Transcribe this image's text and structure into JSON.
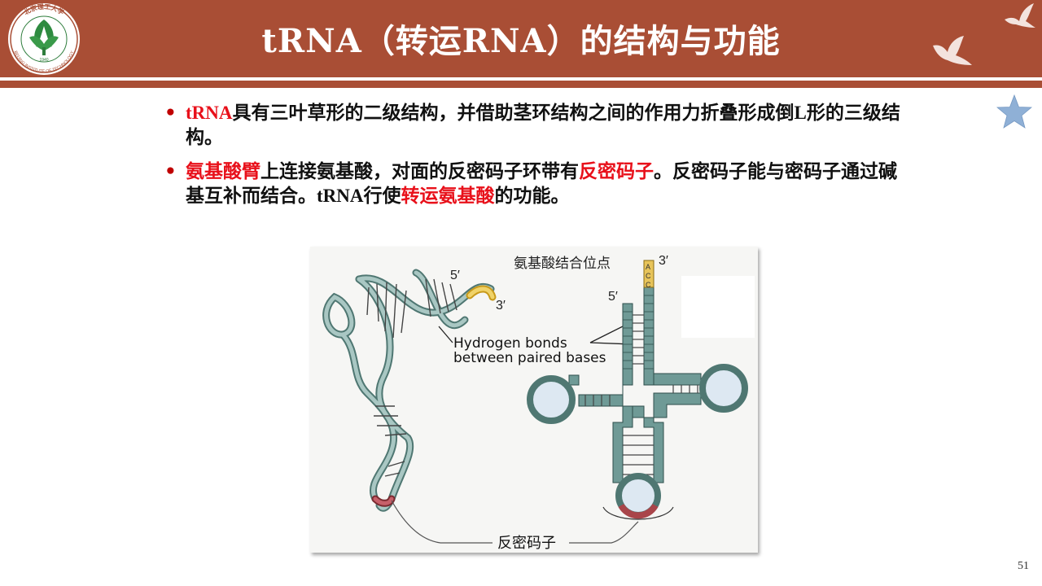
{
  "header": {
    "title": "tRNA（转运RNA）的结构与功能",
    "logo": {
      "arc_top": "北京理工大学",
      "arc_bottom": "BEIJING INSTITUTE OF TECHNOLOGY",
      "year": "1940"
    }
  },
  "bullets": [
    {
      "segments": [
        {
          "text": "tRNA",
          "style": "red-serif"
        },
        {
          "text": "具有三叶草形的二级结构，并借助茎环结构之间的作用力折叠形成倒",
          "style": "normal"
        },
        {
          "text": "L",
          "style": "serif"
        },
        {
          "text": "形的三级结构。",
          "style": "normal"
        }
      ]
    },
    {
      "segments": [
        {
          "text": "氨基酸臂",
          "style": "red"
        },
        {
          "text": "上连接氨基酸，对面的反密码子环带有",
          "style": "normal"
        },
        {
          "text": "反密码子",
          "style": "red"
        },
        {
          "text": "。反密码子能与密码子通过碱基互补而结合。",
          "style": "normal"
        },
        {
          "text": "tRNA",
          "style": "serif"
        },
        {
          "text": "行使",
          "style": "normal"
        },
        {
          "text": "转运氨基酸",
          "style": "red"
        },
        {
          "text": "的功能。",
          "style": "normal"
        }
      ]
    }
  ],
  "figure": {
    "label_5prime_left": "5′",
    "label_3prime_left": "3′",
    "label_5prime_right": "5′",
    "label_3prime_right": "3′",
    "amino_site_label": "氨基酸结合位点",
    "hbond_label_line1": "Hydrogen bonds",
    "hbond_label_line2": "between paired bases",
    "anticodon_label": "反密码子",
    "acc_bases": [
      "A",
      "C",
      "C"
    ]
  },
  "page_number": "51",
  "colors": {
    "header_bg": "#a94e35",
    "highlight_red": "#e8101a",
    "strand_teal": "#6f9a96",
    "loop_light_blue": "#dde8f2",
    "anticodon_red": "#a9454a",
    "acc_yellow": "#e7c45a",
    "star_blue": "#8fb0d6"
  }
}
